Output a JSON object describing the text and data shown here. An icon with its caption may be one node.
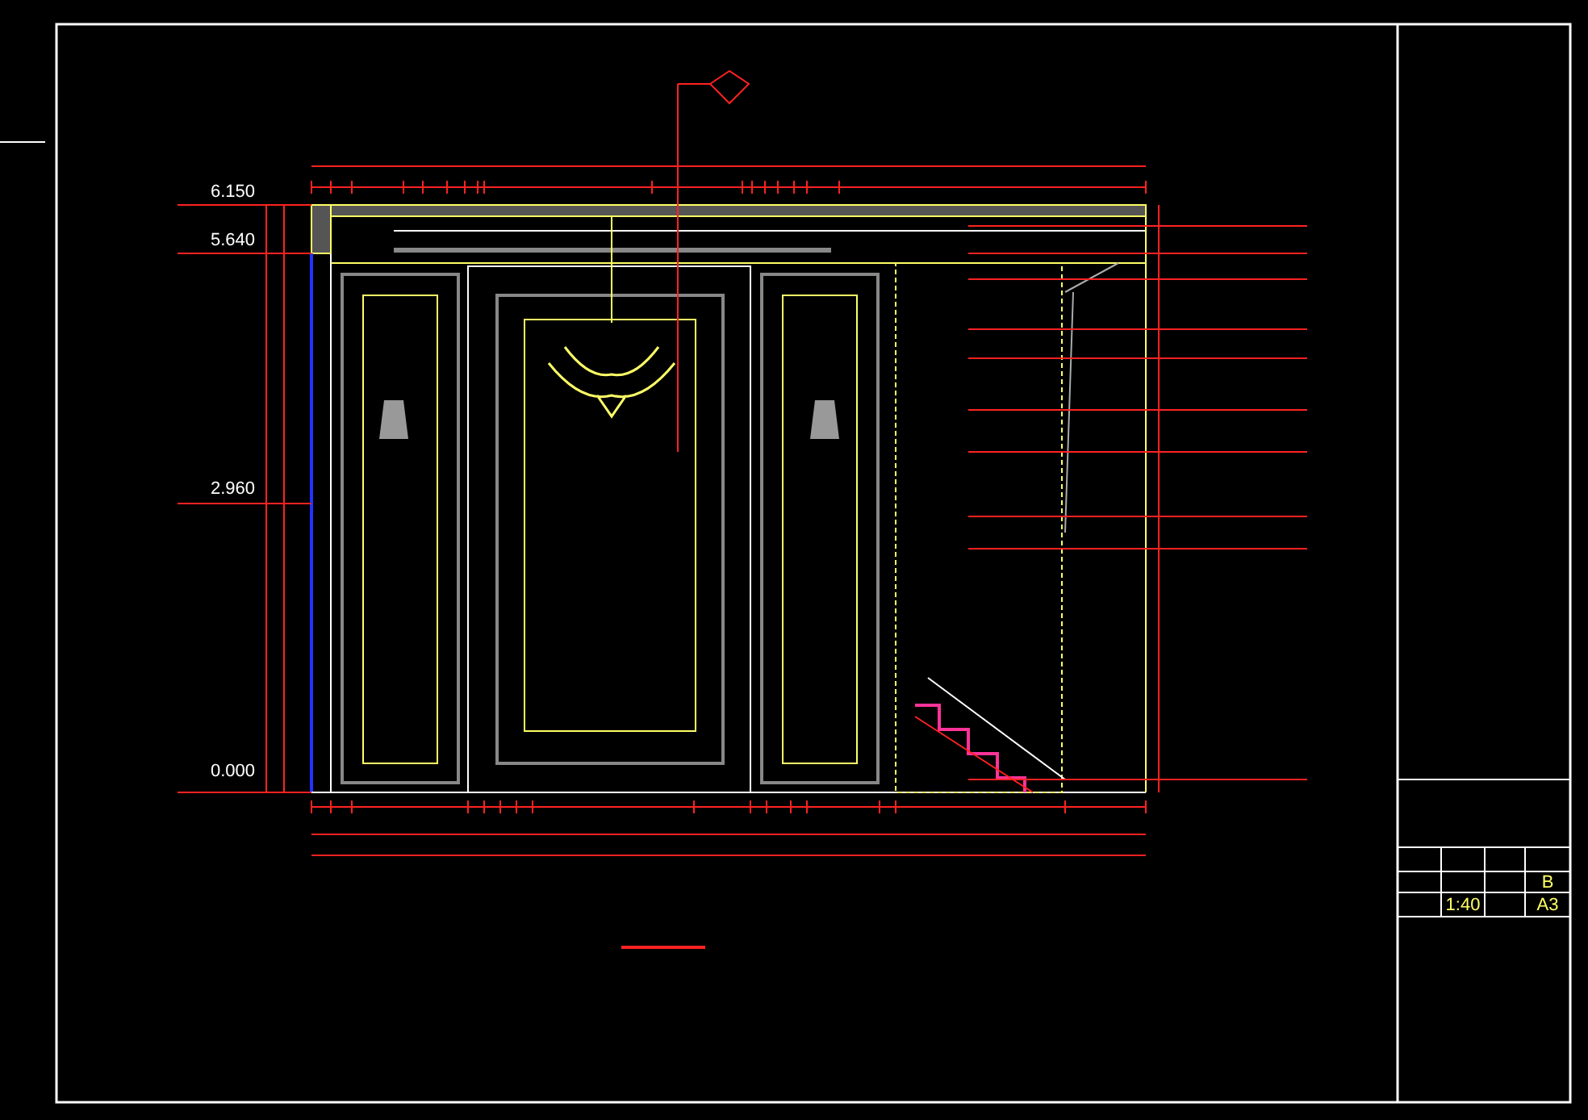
{
  "diagram": {
    "labels": [
      "6.150",
      "5.640",
      "2.960",
      "0.000",
      "B",
      "1:40",
      "A3"
    ]
  }
}
